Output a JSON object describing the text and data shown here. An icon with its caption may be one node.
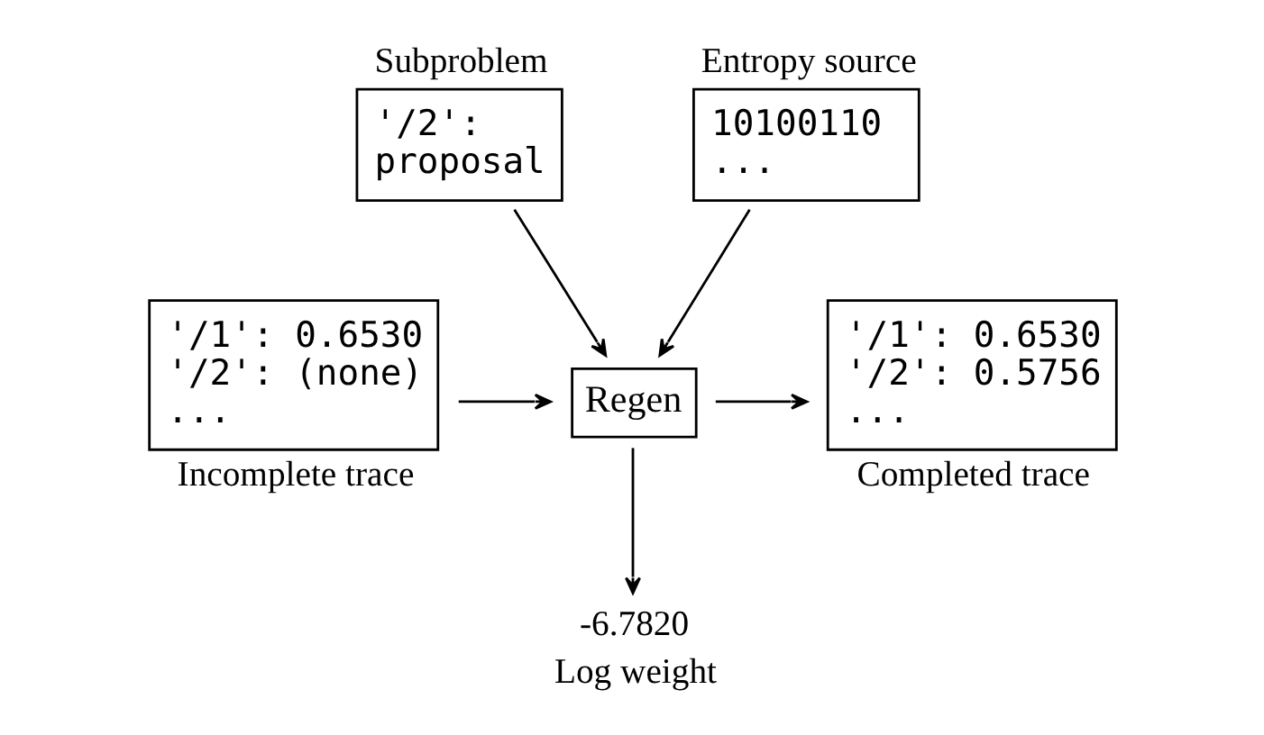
{
  "diagram": {
    "nodes": [
      {
        "text": [
          "Subproblem",
          "'/2': proposal"
        ]
      },
      {
        "text": [
          "Entropy source",
          "10100110 ..."
        ]
      },
      {
        "text": [
          "'/1': 0.6530 '/2': (none) ...",
          "Incomplete trace"
        ]
      },
      {
        "text": [
          "Regen"
        ]
      },
      {
        "text": [
          "'/1': 0.6530 '/2': 0.5756 ...",
          "Completed trace"
        ]
      },
      {
        "text": [
          "-6.7820",
          "Log weight"
        ]
      }
    ],
    "edges": [
      {
        "from": 0,
        "to": 3,
        "arrow": "to"
      },
      {
        "from": 1,
        "to": 3,
        "arrow": "to"
      },
      {
        "from": 2,
        "to": 3,
        "arrow": "to"
      },
      {
        "from": 3,
        "to": 4,
        "arrow": "to"
      },
      {
        "from": 3,
        "to": 5,
        "arrow": "to"
      }
    ]
  }
}
